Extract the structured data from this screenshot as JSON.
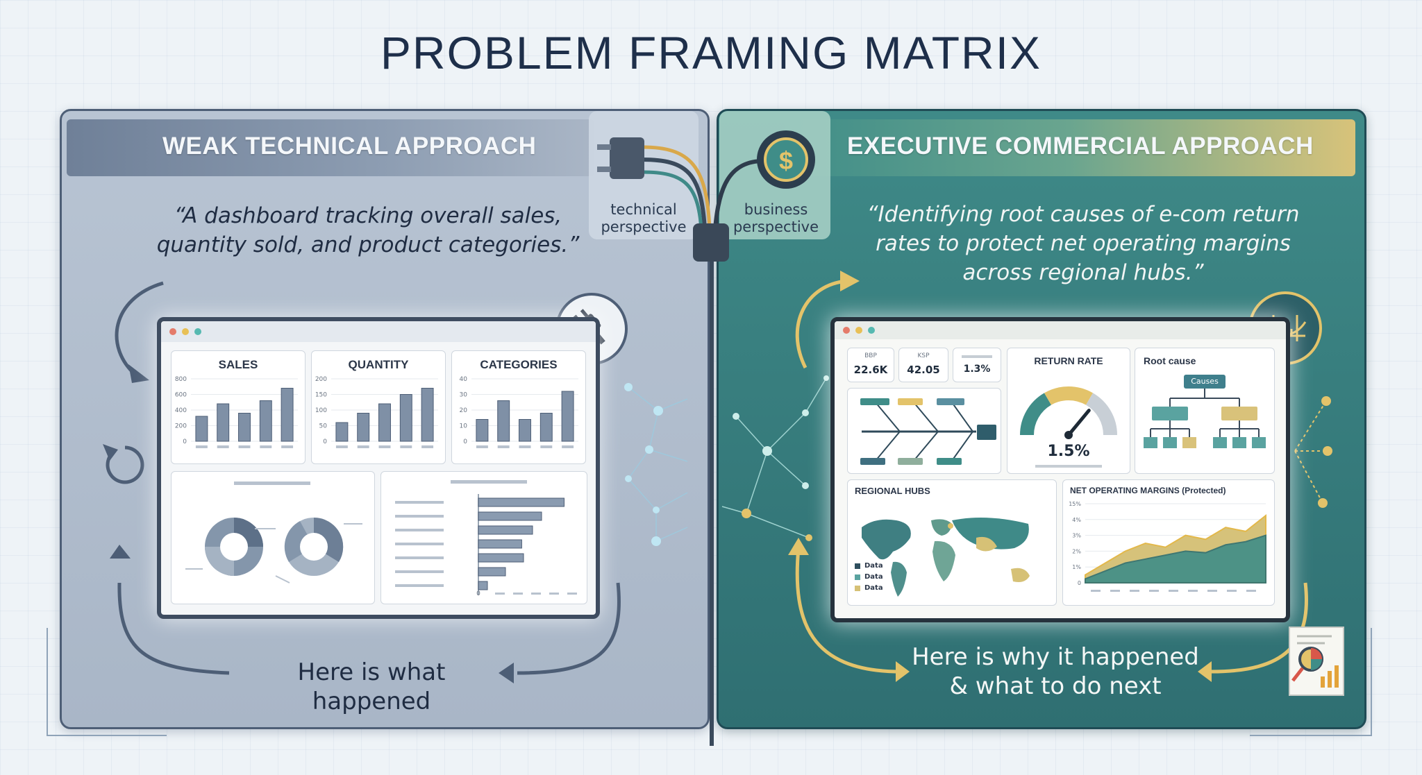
{
  "title": "PROBLEM FRAMING MATRIX",
  "left": {
    "header": "WEAK TECHNICAL APPROACH",
    "quote_line1": "“A dashboard tracking overall sales,",
    "quote_line2": "quantity sold, and product categories.”",
    "caption": "Here is what happened",
    "cards": {
      "sales": {
        "title": "SALES",
        "ticks": [
          "800",
          "600",
          "400",
          "200",
          "0"
        ],
        "values": [
          0.4,
          0.6,
          0.45,
          0.65,
          0.85
        ]
      },
      "quantity": {
        "title": "QUANTITY",
        "ticks": [
          "200",
          "150",
          "100",
          "50",
          "0"
        ],
        "values": [
          0.3,
          0.45,
          0.6,
          0.75,
          0.85
        ]
      },
      "categories": {
        "title": "CATEGORIES",
        "ticks": [
          "40",
          "30",
          "20",
          "10",
          "0"
        ],
        "values": [
          0.35,
          0.65,
          0.35,
          0.45,
          0.8
        ]
      },
      "hbar": {
        "axis_zero": "0",
        "values": [
          0.95,
          0.7,
          0.6,
          0.48,
          0.5,
          0.3,
          0.1
        ]
      }
    }
  },
  "right": {
    "header": "EXECUTIVE COMMERCIAL APPROACH",
    "quote_line1": "“Identifying root causes of e-com return",
    "quote_line2": "rates to protect net operating margins",
    "quote_line3": "across regional hubs.”",
    "caption_line1": "Here is why it happened",
    "caption_line2": "& what to do next",
    "kpis": [
      {
        "label": "BBP",
        "value": "22.6K"
      },
      {
        "label": "KSP",
        "value": "42.05"
      },
      {
        "label": "",
        "value": "1.3%"
      }
    ],
    "return_rate": {
      "title": "RETURN RATE",
      "value": "1.5%",
      "level": 0.72
    },
    "root_cause": {
      "title": "Root cause",
      "node": "Causes"
    },
    "regional": {
      "title": "REGIONAL HUBS",
      "legend": [
        "Data",
        "Data",
        "Data"
      ]
    },
    "margins": {
      "title": "NET OPERATING MARGINS (Protected)",
      "ticks": [
        "15%",
        "4%",
        "3%",
        "2%",
        "1%",
        "0"
      ],
      "series_a": [
        0.1,
        0.25,
        0.4,
        0.5,
        0.45,
        0.6,
        0.55,
        0.7,
        0.65,
        0.85
      ],
      "series_b": [
        0.05,
        0.15,
        0.25,
        0.3,
        0.35,
        0.4,
        0.38,
        0.48,
        0.52,
        0.6
      ]
    }
  },
  "connector": {
    "left_label_1": "technical",
    "left_label_2": "perspective",
    "right_label_1": "business",
    "right_label_2": "perspective",
    "symbol": "$"
  },
  "colors": {
    "left_panel": "#aab6c7",
    "right_panel": "#2f6f72",
    "gold": "#e3c36a",
    "slate": "#4d5e76"
  }
}
